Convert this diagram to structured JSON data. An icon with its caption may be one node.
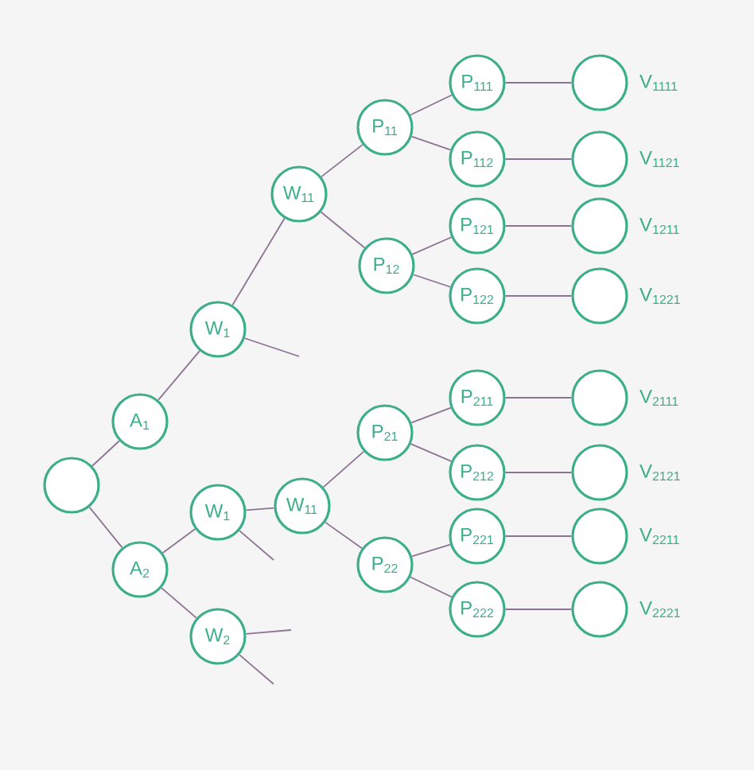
{
  "diagram": {
    "nodes": [
      {
        "text": [],
        "shape": "circle"
      },
      {
        "text": [
          "A$_{1}$"
        ]
      },
      {
        "text": [
          "W$_{1}$"
        ]
      },
      {
        "text": [
          "W$_{11}$"
        ]
      },
      {
        "text": [
          "P$_{11}$"
        ]
      },
      {
        "text": [
          "P$_{111}$"
        ]
      },
      {
        "text": [],
        "shape": "circle",
        "beside": [
          "V$_{1111}$"
        ]
      },
      {
        "text": [
          "P$_{112}$"
        ]
      },
      {
        "text": [],
        "shape": "circle",
        "beside": [
          "V$_{1121}$"
        ]
      },
      {
        "text": [
          "P$_{12}$"
        ]
      },
      {
        "text": [
          "P$_{121}$"
        ]
      },
      {
        "text": [],
        "shape": "circle",
        "beside": [
          "V$_{1211}$"
        ]
      },
      {
        "text": [
          "P$_{122}$"
        ]
      },
      {
        "text": [],
        "shape": "circle",
        "beside": [
          "V$_{1221}$"
        ]
      },
      {
        "text": [
          "A$_{2}$"
        ]
      },
      {
        "text": [
          "W$_{1}$"
        ]
      },
      {
        "text": [
          "W$_{11}$"
        ]
      },
      {
        "text": [
          "P$_{21}$"
        ]
      },
      {
        "text": [
          "P$_{211}$"
        ]
      },
      {
        "text": [],
        "shape": "circle",
        "beside": [
          "V$_{2111}$"
        ]
      },
      {
        "text": [
          "P$_{212}$"
        ]
      },
      {
        "text": [],
        "shape": "circle",
        "beside": [
          "V$_{2121}$"
        ]
      },
      {
        "text": [
          "P$_{22}$"
        ]
      },
      {
        "text": [
          "P$_{221}$"
        ]
      },
      {
        "text": [],
        "shape": "circle",
        "beside": [
          "V$_{2211}$"
        ]
      },
      {
        "text": [
          "P$_{222}$"
        ]
      },
      {
        "text": [],
        "shape": "circle",
        "beside": [
          "V$_{2221}$"
        ]
      },
      {
        "text": [
          "W$_{2}$"
        ]
      }
    ],
    "edges": [
      {
        "from": 0,
        "to": 1,
        "arrow": "none"
      },
      {
        "from": 1,
        "to": 2,
        "arrow": "none"
      },
      {
        "from": 2,
        "to": 3,
        "arrow": "none"
      },
      {
        "from": 2,
        "to": null,
        "arrow": "none"
      },
      {
        "from": 3,
        "to": 4,
        "arrow": "none"
      },
      {
        "from": 4,
        "to": 5,
        "arrow": "none"
      },
      {
        "from": 5,
        "to": 6,
        "arrow": "none"
      },
      {
        "from": 4,
        "to": 7,
        "arrow": "none"
      },
      {
        "from": 7,
        "to": 8,
        "arrow": "none"
      },
      {
        "from": 3,
        "to": 9,
        "arrow": "none"
      },
      {
        "from": 9,
        "to": 10,
        "arrow": "none"
      },
      {
        "from": 10,
        "to": 11,
        "arrow": "none"
      },
      {
        "from": 9,
        "to": 12,
        "arrow": "none"
      },
      {
        "from": 12,
        "to": 13,
        "arrow": "none"
      },
      {
        "from": 0,
        "to": 14,
        "arrow": "none"
      },
      {
        "from": 14,
        "to": 15,
        "arrow": "none"
      },
      {
        "from": 15,
        "to": 16,
        "arrow": "none"
      },
      {
        "from": 15,
        "to": null,
        "arrow": "none"
      },
      {
        "from": 16,
        "to": 17,
        "arrow": "none"
      },
      {
        "from": 17,
        "to": 18,
        "arrow": "none"
      },
      {
        "from": 18,
        "to": 19,
        "arrow": "none"
      },
      {
        "from": 17,
        "to": 20,
        "arrow": "none"
      },
      {
        "from": 20,
        "to": 21,
        "arrow": "none"
      },
      {
        "from": 16,
        "to": 22,
        "arrow": "none"
      },
      {
        "from": 22,
        "to": 23,
        "arrow": "none"
      },
      {
        "from": 23,
        "to": 24,
        "arrow": "none"
      },
      {
        "from": 22,
        "to": 25,
        "arrow": "none"
      },
      {
        "from": 25,
        "to": 26,
        "arrow": "none"
      },
      {
        "from": 14,
        "to": 27,
        "arrow": "none"
      },
      {
        "from": 27,
        "to": null,
        "arrow": "none"
      },
      {
        "from": 27,
        "to": null,
        "arrow": "none"
      }
    ]
  }
}
